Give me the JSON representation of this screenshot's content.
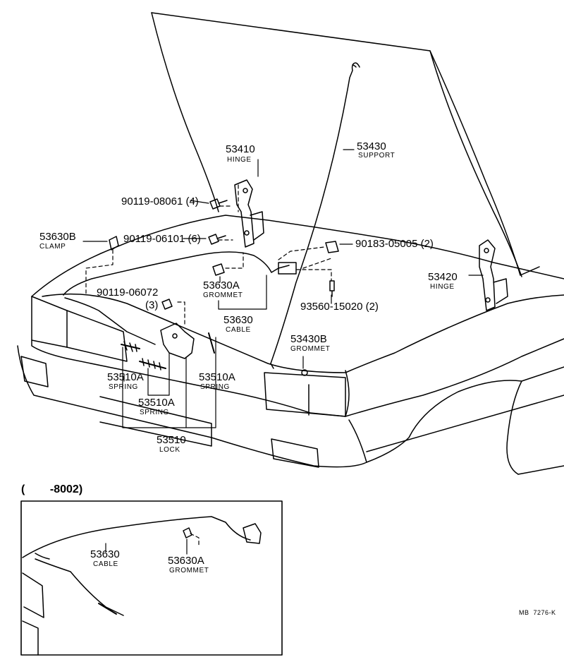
{
  "inset": {
    "header": "(        -8002)"
  },
  "labels": {
    "hinge_top": {
      "number": "53410",
      "name": "HINGE"
    },
    "support": {
      "number": "53430",
      "name": "SUPPORT"
    },
    "bolt_top": {
      "number": "90119-08061 (4)"
    },
    "clamp": {
      "number": "53630B",
      "name": "CLAMP"
    },
    "bolt_mid": {
      "number": "90119-06101 (6)"
    },
    "clip_right": {
      "number": "90183-05005 (2)"
    },
    "hinge_right": {
      "number": "53420",
      "name": "HINGE"
    },
    "grommet_mid": {
      "number": "53630A",
      "name": "GROMMET"
    },
    "bolt_lock": {
      "number": "90119-06072",
      "qty": "(3)"
    },
    "screw_right": {
      "number": "93560-15020 (2)"
    },
    "cable": {
      "number": "53630",
      "name": "CABLE"
    },
    "grommet_support": {
      "number": "53430B",
      "name": "GROMMET"
    },
    "spring_left": {
      "number": "53510A",
      "name": "SPRING"
    },
    "spring_right": {
      "number": "53510A",
      "name": "SPRING"
    },
    "spring_center": {
      "number": "53510A",
      "name": "SPRING"
    },
    "lock": {
      "number": "53510",
      "name": "LOCK"
    },
    "inset_cable": {
      "number": "53630",
      "name": "CABLE"
    },
    "inset_grommet": {
      "number": "53630A",
      "name": "GROMMET"
    }
  },
  "figure_code": "MB  7276-K"
}
